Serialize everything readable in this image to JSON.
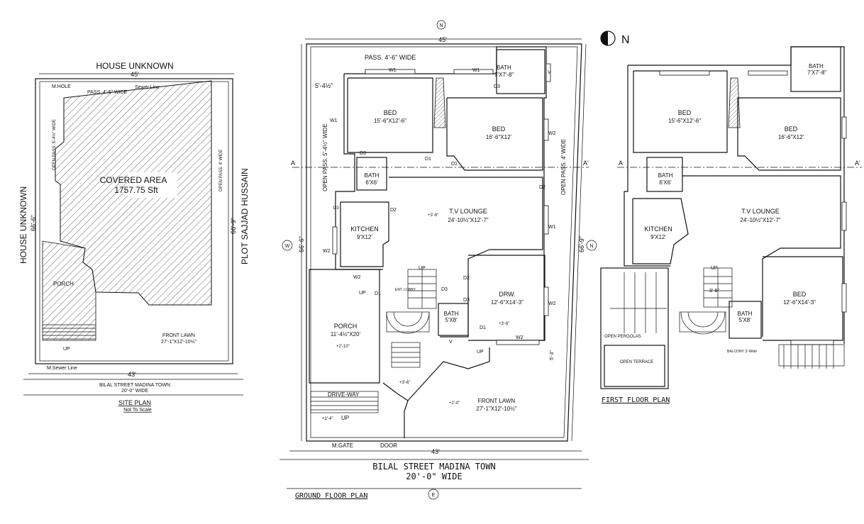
{
  "north_label": "N",
  "site_plan": {
    "top_road": "HOUSE UNKNOWN",
    "top_dim": "45'",
    "left_label": "HOUSE UNKNOWN",
    "left_dim": "66'-6\"",
    "right_label": "PLOT SAJJAD HUSSAIN",
    "right_dim": "66'-9\"",
    "manhole": "M.HOLE",
    "sewer_line_top": "Sewer Line",
    "sewer_line_bottom": "M.Sewer Line",
    "pass_top": "PASS. 4'-6\" WIDE",
    "pass_left": "OPEN PASS. 5'-4½\" WIDE",
    "pass_right": "OPEN PASS. 4' WIDE",
    "covered_area": "COVERED AREA",
    "covered_value": "1757.75 Sft",
    "porch": "PORCH",
    "front_lawn": "FRONT LAWN",
    "front_lawn_size": "27'-1\"X12'-10½\"",
    "up": "UP",
    "bottom_dim": "43'",
    "street": "BILAL STREET MADINA TOWN",
    "street_width": "20'-0\" WIDE",
    "title": "SITE PLAN",
    "subtitle": "Not To Scale"
  },
  "ground_floor": {
    "top_dim": "45'",
    "left_dim": "66'-6\"",
    "right_dim": "66'-9\"",
    "bottom_dim": "43'",
    "offset_dim": "5'-4½\"",
    "pass_top": "PASS. 4'-6\" WIDE",
    "pass_left": "OPEN PASS. 5'-4½\" WIDE",
    "pass_right": "OPEN PASS. 4' WIDE",
    "bath_top": "BATH",
    "bath_top_size": "7'X7'-8\"",
    "bed1": "BED",
    "bed1_size": "15'-6\"X12'-6\"",
    "bed2": "BED",
    "bed2_size": "16'-6\"X12'",
    "bath_left": "BATH",
    "bath_left_size": "6'X6'",
    "tv_lounge": "T.V LOUNGE",
    "tv_lounge_size": "24'-10½\"X12'-7\"",
    "kitchen": "KITCHEN",
    "kitchen_size": "9'X12'",
    "porch": "PORCH",
    "porch_size": "11'-4½\"X20'",
    "drw": "DRW.",
    "drw_size": "12'-6\"X14'-3\"",
    "bath_mid": "BATH",
    "bath_mid_size": "5'X8'",
    "front_lawn": "FRONT LAWN",
    "front_lawn_size": "27'-1\"X12'-10½\"",
    "drive_way": "DRIVE-WAY",
    "ent_lobby": "ENT. LOBBY",
    "m_gate": "M.GATE",
    "door": "DOOR",
    "up": "UP",
    "level_lounge": "+3'-6\"",
    "level_drw": "+3'-6\"",
    "level_porch": "+2'-10\"",
    "level_lawn": "+2'-0\"",
    "level_drive": "+2'-4\"",
    "level_steps": "+3'-6\"",
    "section_a": "A",
    "section_a2": "A'",
    "street": "BILAL STREET MADINA TOWN",
    "street_width": "20'-0\" WIDE",
    "title": "GROUND FLOOR PLAN",
    "pass_bottom_dim": "5'-3\"",
    "tag_w1": "W1",
    "tag_w2": "W2",
    "tag_d1": "D1",
    "tag_d2": "D2",
    "tag_d3": "D3",
    "tag_v": "V"
  },
  "first_floor": {
    "bath_top": "BATH",
    "bath_top_size": "7'X7'-8\"",
    "bed1": "BED",
    "bed1_size": "15'-6\"X12'-6\"",
    "bed2": "BED",
    "bed2_size": "16'-6\"X12'",
    "bath_left": "BATH",
    "bath_left_size": "6'X6'",
    "tv_lounge": "T.V LOUNGE",
    "tv_lounge_size": "24'-10½\"X12'-7\"",
    "kitchen": "KITCHEN",
    "kitchen_size": "9'X12'",
    "bed3": "BED",
    "bed3_size": "12'-6\"X14'-3\"",
    "bath_mid": "BATH",
    "bath_mid_size": "5'X8'",
    "open_pergolas": "OPEN PERGOLAS",
    "open_terrace": "OPEN TERRACE",
    "balcony": "BALCONY 3'-Wide",
    "up": "UP",
    "level": "3'-6\"",
    "section_a": "A",
    "section_a2": "A'",
    "title": "FIRST FLOOR PLAN"
  },
  "axis_markers": {
    "top": "N",
    "left": "W",
    "right": "N",
    "bottom": "E"
  }
}
